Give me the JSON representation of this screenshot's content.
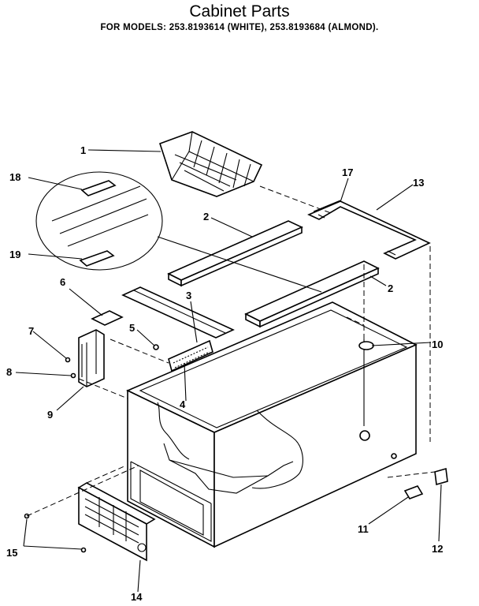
{
  "header": {
    "title": "Cabinet Parts",
    "subtitle": "FOR MODELS:  253.8193614 (WHITE), 253.8193684 (ALMOND)."
  },
  "callouts": [
    {
      "id": "basket",
      "label": "1"
    },
    {
      "id": "rail-top",
      "label": "2"
    },
    {
      "id": "rail-mid",
      "label": "2"
    },
    {
      "id": "hinge-plate",
      "label": "3"
    },
    {
      "id": "hinge-screw-part",
      "label": "4"
    },
    {
      "id": "screw-5",
      "label": "5"
    },
    {
      "id": "bracket-plate",
      "label": "6"
    },
    {
      "id": "screw-7",
      "label": "7"
    },
    {
      "id": "screw-8",
      "label": "8"
    },
    {
      "id": "hinge-bracket",
      "label": "9"
    },
    {
      "id": "drain-cap",
      "label": "10"
    },
    {
      "id": "drain-plug",
      "label": "11"
    },
    {
      "id": "drain-cover",
      "label": "12"
    },
    {
      "id": "frame-corner",
      "label": "13"
    },
    {
      "id": "base-grille",
      "label": "14"
    },
    {
      "id": "grille-screws",
      "label": "15"
    },
    {
      "id": "frame-back",
      "label": "17"
    },
    {
      "id": "clip-upper",
      "label": "18"
    },
    {
      "id": "clip-lower",
      "label": "19"
    }
  ]
}
